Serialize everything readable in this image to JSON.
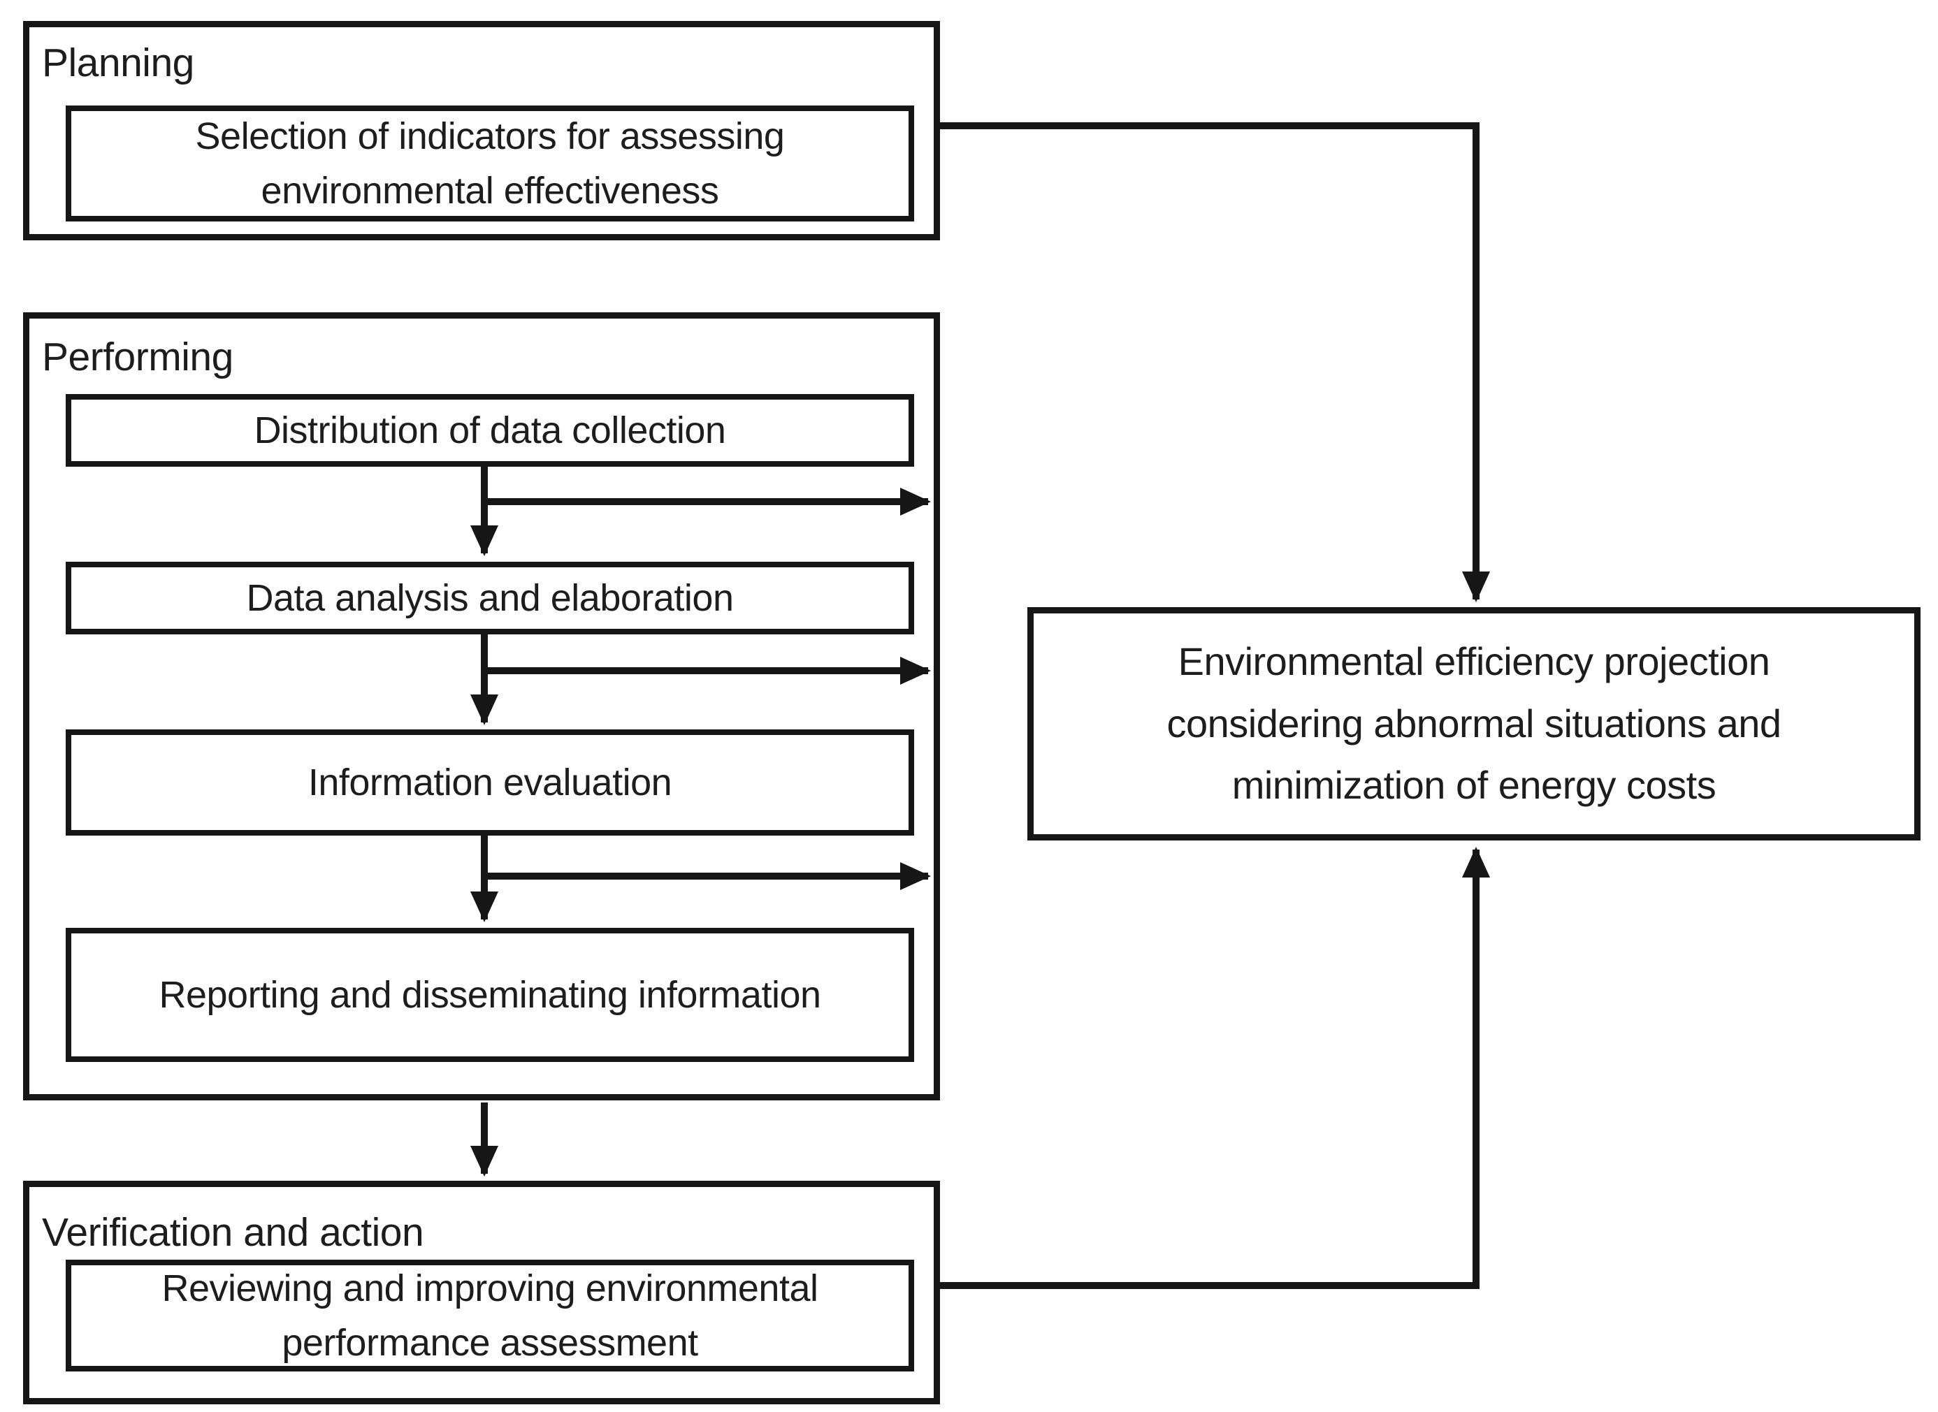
{
  "diagram": {
    "planning": {
      "label": "Planning",
      "step": "Selection of indicators for assessing environmental effectiveness"
    },
    "performing": {
      "label": "Performing",
      "steps": [
        "Distribution of data collection",
        "Data analysis and elaboration",
        "Information evaluation",
        "Reporting and disseminating information"
      ]
    },
    "verification": {
      "label": "Verification and action",
      "step": "Reviewing and improving environmental performance assessment"
    },
    "projection": {
      "text": "Environmental efficiency projection considering abnormal situations and minimization of energy costs"
    },
    "colors": {
      "line": "#161616",
      "text": "#1d1d1d",
      "background": "#ffffff"
    }
  }
}
